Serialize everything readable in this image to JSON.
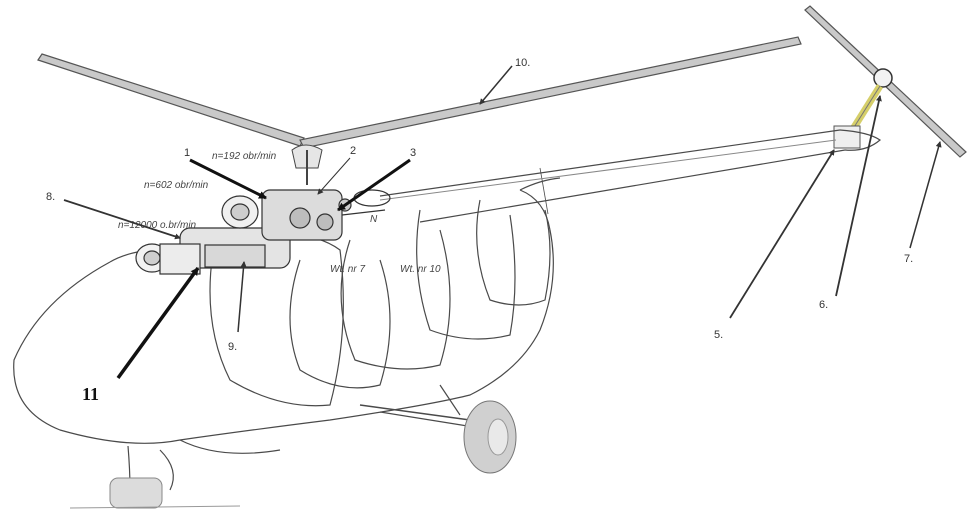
{
  "annotations": {
    "n192": "n=192 obr/min",
    "n602": "n=602 obr/min",
    "n12000": "n=12000 o.br/min",
    "wt7": "Wt. nr 7",
    "wt10": "Wt. nr 10",
    "n_letter": "N"
  },
  "callouts": {
    "c1": "1",
    "c2": "2",
    "c3": "3",
    "c5": "5.",
    "c6": "6.",
    "c7": "7.",
    "c8": "8.",
    "c9": "9.",
    "c10": "10.",
    "c11": "11"
  },
  "colors": {
    "blade_fill": "#c9c9c9",
    "blade_stroke": "#555555",
    "outline": "#4a4a4a",
    "arrow": "#111111",
    "shaft_yellow": "#d6cf6a",
    "wheel": "#d0d0d0"
  }
}
